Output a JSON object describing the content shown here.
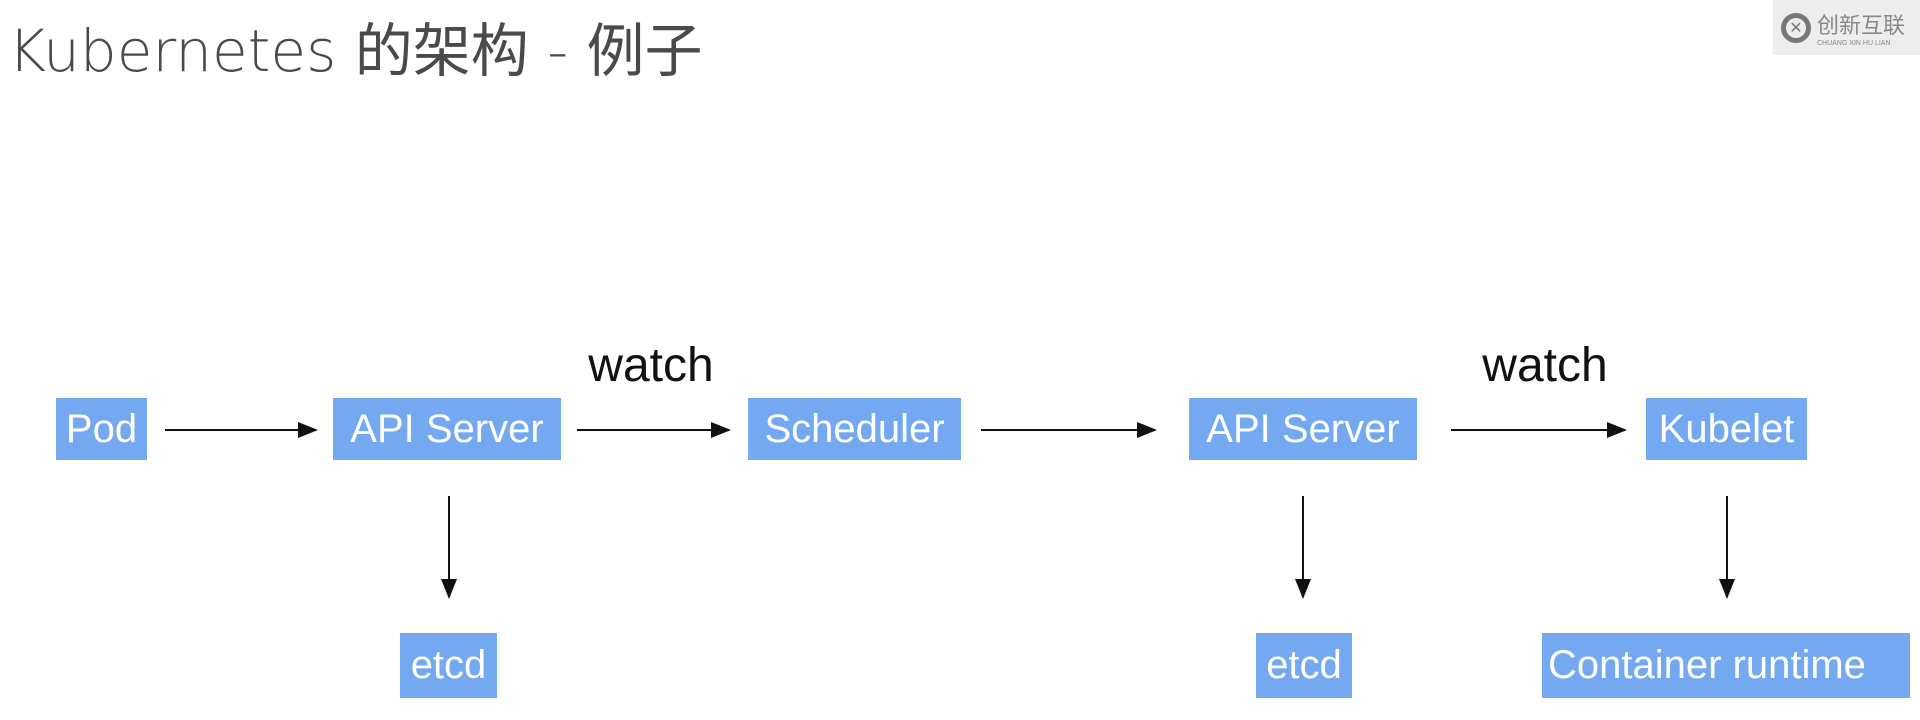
{
  "title": "Kubernetes 的架构 - 例子",
  "nodes": {
    "pod": "Pod",
    "api_server_1": "API Server",
    "scheduler": "Scheduler",
    "api_server_2": "API Server",
    "kubelet": "Kubelet",
    "etcd_1": "etcd",
    "etcd_2": "etcd",
    "container_runtime": "Container runtime"
  },
  "edge_labels": {
    "watch_1": "watch",
    "watch_2": "watch"
  },
  "colors": {
    "node_fill": "#74a9f2",
    "node_text": "#ffffff",
    "arrow": "#111111"
  },
  "watermark": {
    "icon": "chuangxin-logo-icon",
    "cn": "创新互联",
    "en": "CHUANG XIN HU LIAN"
  }
}
